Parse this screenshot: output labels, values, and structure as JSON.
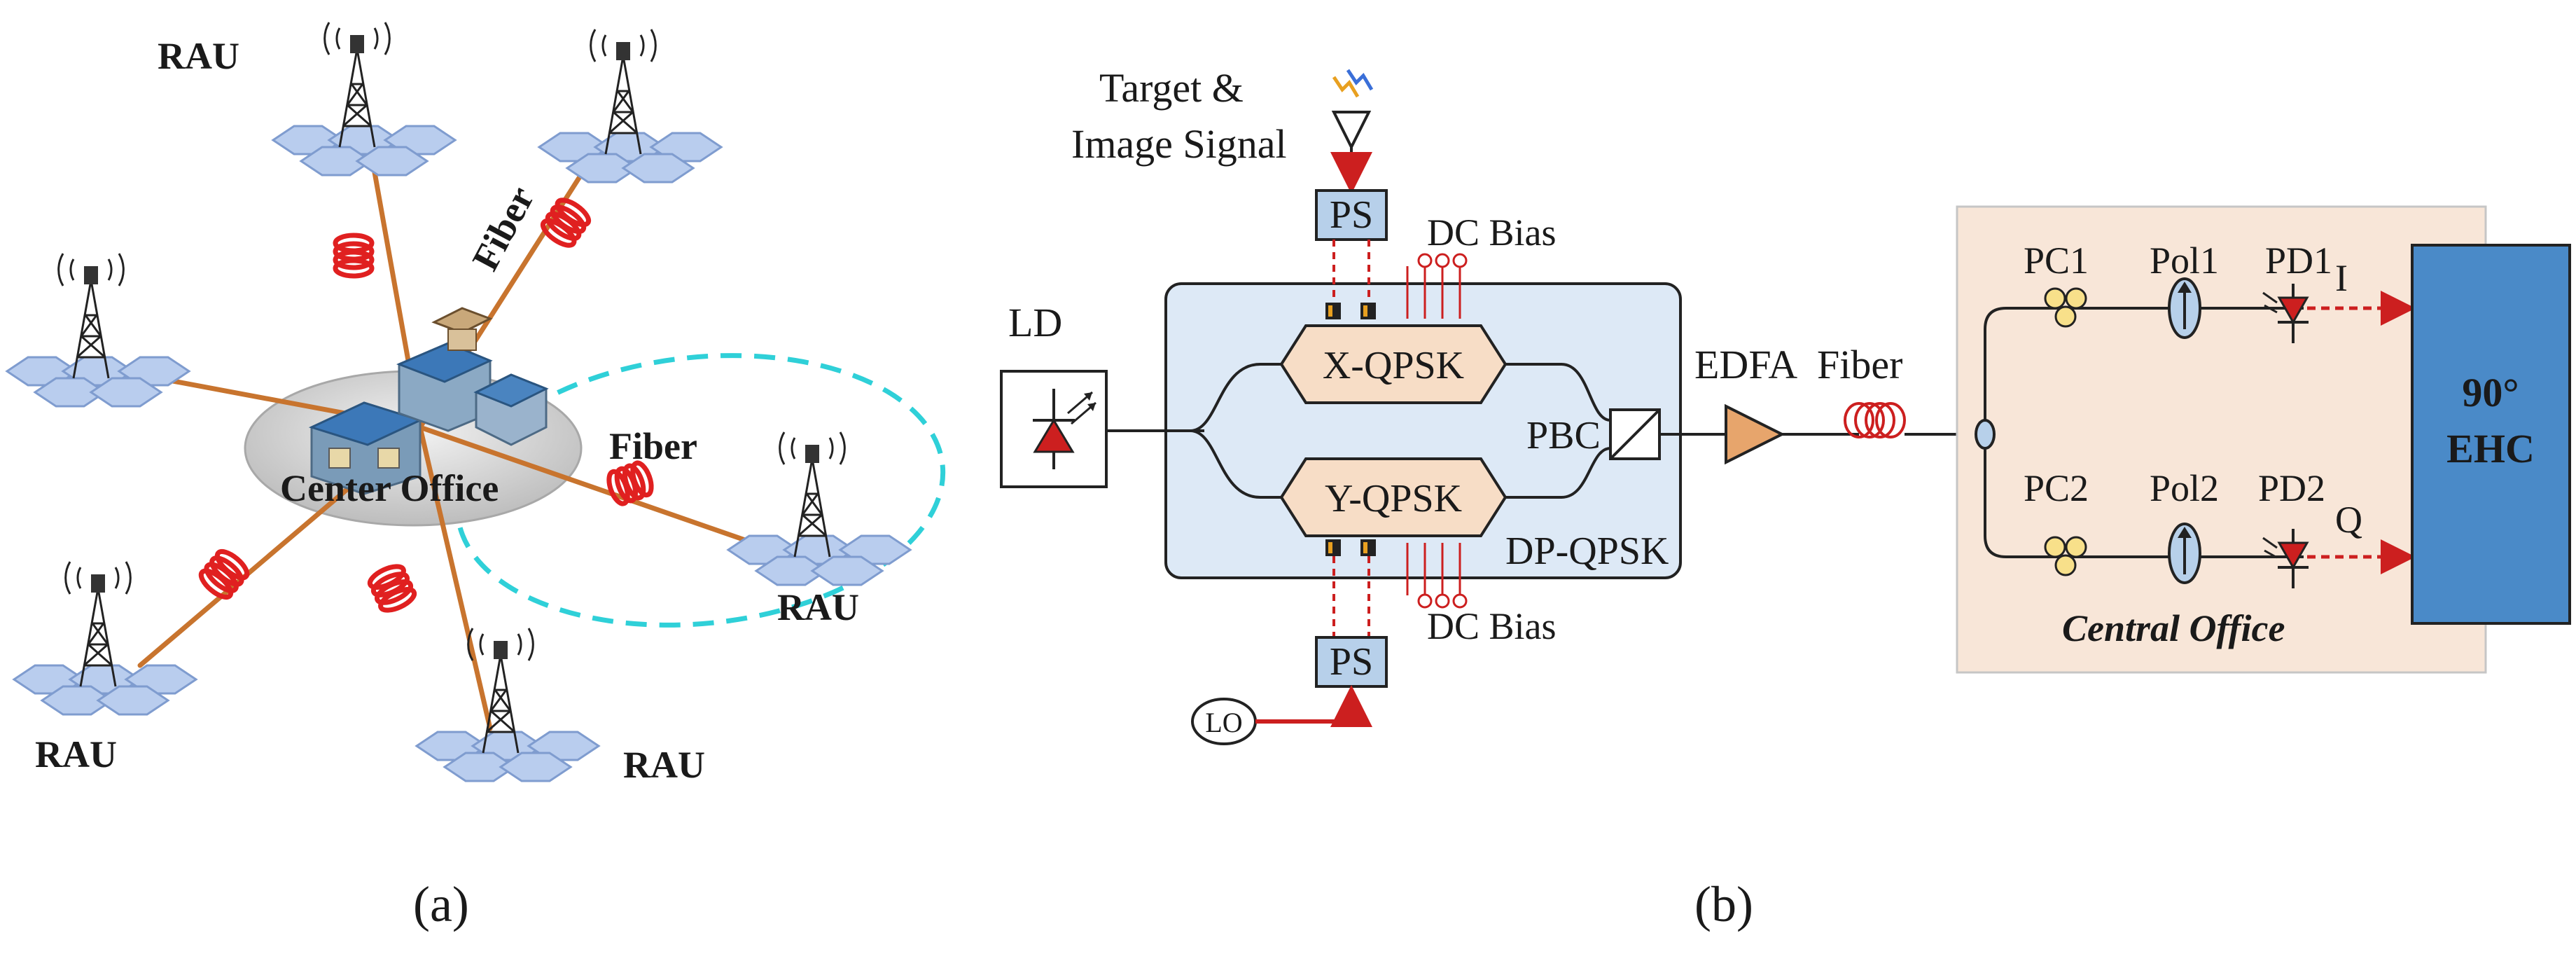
{
  "panel_a": {
    "caption": "(a)",
    "center_label": "Center Office",
    "fiber_labels": [
      "Fiber",
      "Fiber"
    ],
    "rau_labels": [
      "RAU",
      "RAU",
      "RAU",
      "RAU"
    ],
    "colors": {
      "fiber": "#c8742e",
      "coil": "#e02020",
      "hex": "#b9cdee",
      "ellipse": "#2fd0d8"
    }
  },
  "panel_b": {
    "caption": "(b)",
    "target_label_line1": "Target &",
    "target_label_line2": "Image Signal",
    "ps_top": "PS",
    "ps_bottom": "PS",
    "dc_bias_top": "DC Bias",
    "dc_bias_bottom": "DC Bias",
    "ld": "LD",
    "x_qpsk": "X-QPSK",
    "y_qpsk": "Y-QPSK",
    "pbc": "PBC",
    "dp_qpsk": "DP-QPSK",
    "edfa": "EDFA",
    "fiber": "Fiber",
    "lo": "LO",
    "pc1": "PC1",
    "pol1": "Pol1",
    "pd1": "PD1",
    "pc2": "PC2",
    "pol2": "Pol2",
    "pd2": "PD2",
    "i_out": "I",
    "q_out": "Q",
    "ehc_line1": "90°",
    "ehc_line2": "EHC",
    "central_office": "Central Office",
    "colors": {
      "modulator_bg": "#dde9f6",
      "central_bg": "#f8e6d8",
      "ehc": "#4a8ac8",
      "red": "#cc1f1f"
    }
  }
}
